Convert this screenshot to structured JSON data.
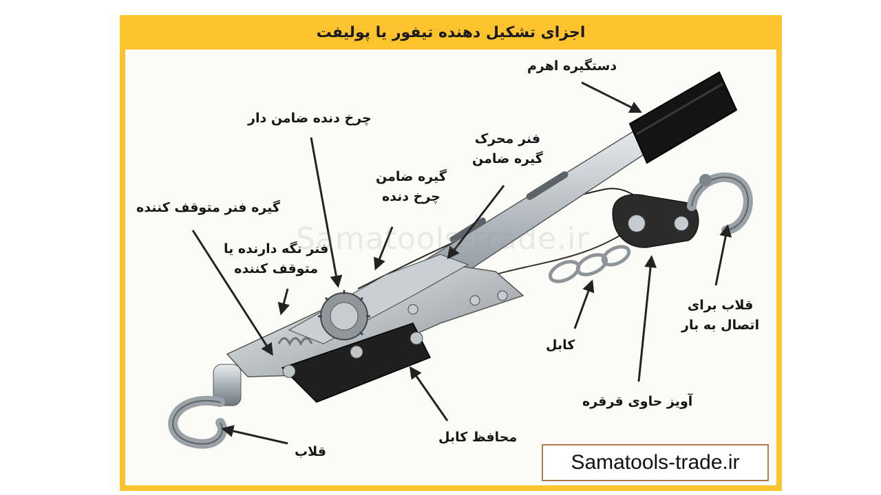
{
  "title": "اجزای تشکیل دهنده تیفور یا پولیفت",
  "watermark": "Samatools-trade.ir",
  "website": "Samatools-trade.ir",
  "colors": {
    "frame": "#fdc32c",
    "background": "#fbfbf8",
    "site_border": "#b07a4a"
  },
  "labels": {
    "lever_handle": "دستگیره اهرم",
    "ratchet_gear": "چرخ دنده ضامن دار",
    "pawl_spring": [
      "فنر محرک",
      "گیره ضامن"
    ],
    "pawl_gear": [
      "گیره ضامن",
      "چرخ دنده"
    ],
    "stop_spring_clip": "گیره فنر متوقف کننده",
    "holding_spring": [
      "فنر نگه دارنده یا",
      "متوقف کننده"
    ],
    "load_hook": [
      "قلاب برای",
      "اتصال به بار"
    ],
    "cable": "کابل",
    "pulley_hanger": "آویز حاوی قرقره",
    "cable_guard": "محافظ کابل",
    "hook": "قلاب"
  }
}
